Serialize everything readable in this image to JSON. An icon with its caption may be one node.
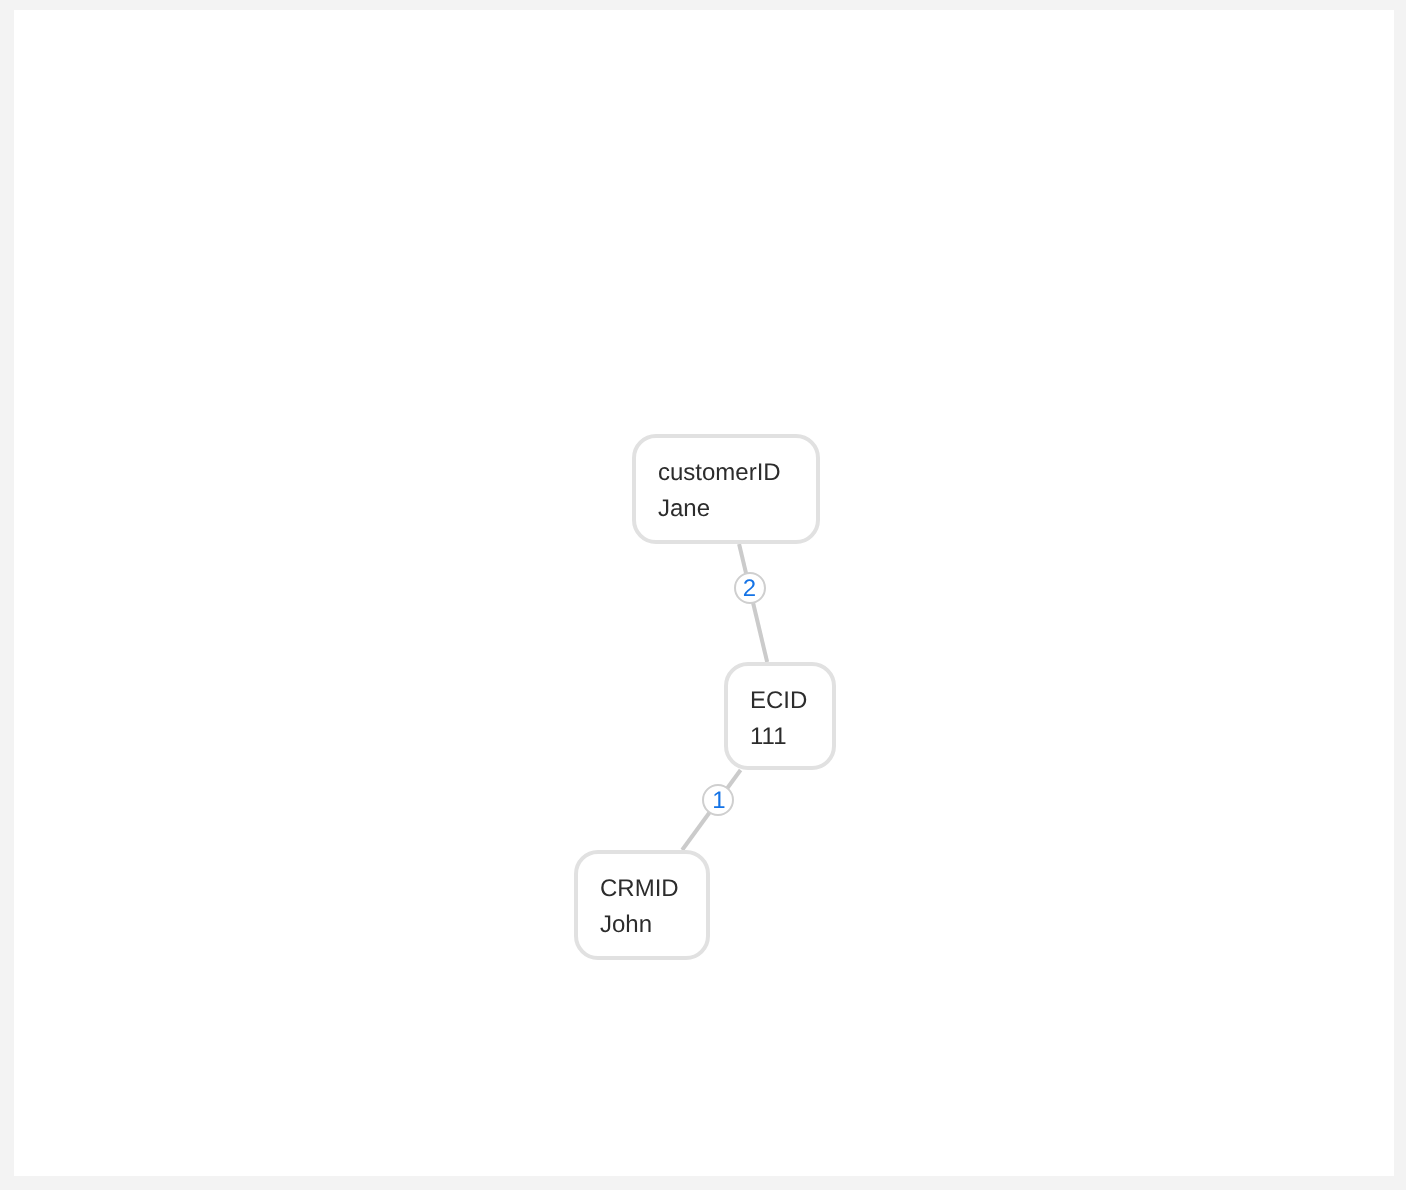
{
  "diagram": {
    "nodes": [
      {
        "text": [
          "customerID",
          "Jane"
        ]
      },
      {
        "text": [
          "ECID",
          "111"
        ]
      },
      {
        "text": [
          "CRMID",
          "John"
        ]
      }
    ],
    "edges": [
      {
        "from": 0,
        "to": 1,
        "arrow": "none",
        "label": "2"
      },
      {
        "from": 1,
        "to": 2,
        "arrow": "none",
        "label": "1"
      }
    ]
  }
}
